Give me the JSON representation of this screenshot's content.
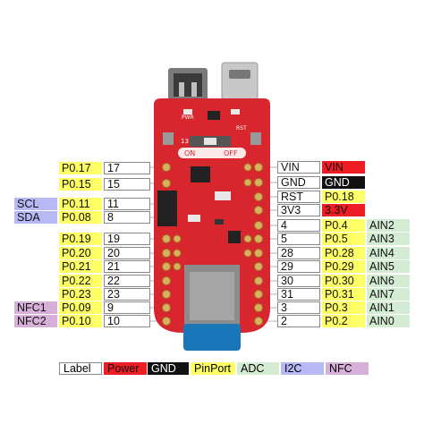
{
  "legend": [
    {
      "label": "Label",
      "cls": "c-label"
    },
    {
      "label": "Power",
      "cls": "c-power"
    },
    {
      "label": "GND",
      "cls": "c-gnd"
    },
    {
      "label": "PinPort",
      "cls": "c-pinport"
    },
    {
      "label": "ADC",
      "cls": "c-adc"
    },
    {
      "label": "I2C",
      "cls": "c-i2c"
    },
    {
      "label": "NFC",
      "cls": "c-nfc"
    }
  ],
  "board": {
    "silkscreen_pwr": "PWR",
    "silkscreen_on": "ON",
    "silkscreen_off": "OFF",
    "silkscreen_rst": "RST",
    "silkscreen_13": "13"
  },
  "left_pins": [
    {
      "port": "P0.17",
      "num": "17"
    },
    {
      "port": "P0.15",
      "num": "15"
    },
    {
      "func": "SCL",
      "port": "P0.11",
      "num": "11"
    },
    {
      "func": "SDA",
      "port": "P0.08",
      "num": "8"
    },
    {
      "port": "P0.19",
      "num": "19"
    },
    {
      "port": "P0.20",
      "num": "20"
    },
    {
      "port": "P0.21",
      "num": "21"
    },
    {
      "port": "P0.22",
      "num": "22"
    },
    {
      "port": "P0.23",
      "num": "23"
    },
    {
      "func": "NFC1",
      "port": "P0.09",
      "num": "9"
    },
    {
      "func": "NFC2",
      "port": "P0.10",
      "num": "10"
    }
  ],
  "right_pins": [
    {
      "num": "VIN",
      "port": "VIN",
      "port_cls": "c-power"
    },
    {
      "num": "GND",
      "port": "GND",
      "port_cls": "c-gnd"
    },
    {
      "num": "RST",
      "port": "P0.18",
      "port_cls": "c-pinport"
    },
    {
      "num": "3V3",
      "port": "3.3V",
      "port_cls": "c-power"
    },
    {
      "num": "4",
      "port": "P0.4",
      "port_cls": "c-pinport",
      "adc": "AIN2"
    },
    {
      "num": "5",
      "port": "P0.5",
      "port_cls": "c-pinport",
      "adc": "AIN3"
    },
    {
      "num": "28",
      "port": "P0.28",
      "port_cls": "c-pinport",
      "adc": "AIN4"
    },
    {
      "num": "29",
      "port": "P0.29",
      "port_cls": "c-pinport",
      "adc": "AIN5"
    },
    {
      "num": "30",
      "port": "P0.30",
      "port_cls": "c-pinport",
      "adc": "AIN6"
    },
    {
      "num": "31",
      "port": "P0.31",
      "port_cls": "c-pinport",
      "adc": "AIN7"
    },
    {
      "num": "3",
      "port": "P0.3",
      "port_cls": "c-pinport",
      "adc": "AIN1"
    },
    {
      "num": "2",
      "port": "P0.2",
      "port_cls": "c-pinport",
      "adc": "AIN0"
    }
  ]
}
